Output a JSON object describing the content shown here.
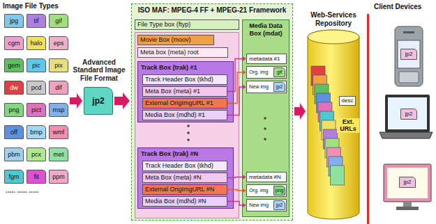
{
  "diagram": {
    "nodes": [
      {
        "text": [
          "jpg"
        ]
      },
      {
        "text": [
          "tif"
        ]
      },
      {
        "text": [
          "gif"
        ]
      },
      {
        "text": [
          "cgm"
        ]
      },
      {
        "text": [
          "halo"
        ]
      },
      {
        "text": [
          "eps"
        ]
      },
      {
        "text": [
          "gem"
        ]
      },
      {
        "text": [
          "pic"
        ]
      },
      {
        "text": [
          "pix"
        ]
      },
      {
        "text": [
          "dw"
        ]
      },
      {
        "text": [
          "pcd"
        ]
      },
      {
        "text": [
          "dif"
        ]
      },
      {
        "text": [
          "png"
        ]
      },
      {
        "text": [
          "pict"
        ]
      },
      {
        "text": [
          "msp"
        ]
      },
      {
        "text": [
          "off"
        ]
      },
      {
        "text": [
          "bmp"
        ]
      },
      {
        "text": [
          "wmf"
        ]
      },
      {
        "text": [
          "pbm"
        ]
      },
      {
        "text": [
          "pcx"
        ]
      },
      {
        "text": [
          "met"
        ]
      },
      {
        "text": [
          "fgm"
        ]
      },
      {
        "text": [
          "fit"
        ]
      },
      {
        "text": [
          "ppm"
        ]
      },
      {
        "text": [
          "Advanced Standard Image File Format",
          "jp2"
        ]
      },
      {
        "text": [
          "ISO MAF: MPEG-4 FF + MPEG-21 Framework"
        ]
      },
      {
        "text": [
          "File Type box (ftyp)"
        ],
        "in": 25
      },
      {
        "text": [
          "Movie Box (moov)"
        ],
        "in": 25
      },
      {
        "text": [
          "Meta box (meta) root"
        ],
        "in": 25
      },
      {
        "text": [
          "Track Box (trak) #1"
        ],
        "in": 25
      },
      {
        "text": [
          "Track Header Box (tkhd)"
        ],
        "in": 29
      },
      {
        "text": [
          "Meta Box (meta) #1"
        ],
        "in": 29
      },
      {
        "text": [
          "External OrigImgURL #1"
        ],
        "in": 29
      },
      {
        "text": [
          "Media Box (mdhd) #1"
        ],
        "in": 29
      },
      {
        "text": [
          "Track Box (trak) #N"
        ],
        "in": 25
      },
      {
        "text": [
          "Track Header Box (tkhd)"
        ],
        "in": 34
      },
      {
        "text": [
          "Meta Box (meta) #N"
        ],
        "in": 34
      },
      {
        "text": [
          "External OrigImgURL #N"
        ],
        "in": 34
      },
      {
        "text": [
          "Media Box (mdhd) #N"
        ],
        "in": 34
      },
      {
        "text": [
          "Media Data Box (mdat)"
        ],
        "in": 25
      },
      {
        "text": [
          "metadata #1"
        ],
        "in": 39
      },
      {
        "text": [
          "Org. img"
        ],
        "in": 39
      },
      {
        "text": [
          "gif"
        ],
        "in": 41
      },
      {
        "text": [
          "New img"
        ],
        "in": 39
      },
      {
        "text": [
          "jp2"
        ],
        "in": 43
      },
      {
        "text": [
          "metadata #N"
        ],
        "in": 39
      },
      {
        "text": [
          "Org. img"
        ],
        "in": 39
      },
      {
        "text": [
          "png"
        ],
        "in": 46
      },
      {
        "text": [
          "New img"
        ],
        "in": 39
      },
      {
        "text": [
          "jp2"
        ],
        "in": 48
      },
      {
        "text": [
          "Web-Services Repository",
          "Ext. URLs"
        ]
      },
      {
        "text": [
          "desc"
        ],
        "in": 50
      },
      {
        "text": [
          "jp2"
        ]
      },
      {
        "text": [
          "jp2"
        ]
      },
      {
        "text": [
          "jp2"
        ]
      }
    ],
    "edges": [
      {
        "from": 24,
        "to": 25,
        "arrow": "to"
      },
      {
        "from": 25,
        "to": 50,
        "arrow": "to"
      },
      {
        "from": 31,
        "to": 40,
        "arrow": "to"
      },
      {
        "from": 32,
        "to": 41,
        "arrow": "to"
      },
      {
        "from": 33,
        "to": 43,
        "arrow": "to"
      },
      {
        "from": 36,
        "to": 45,
        "arrow": "to"
      },
      {
        "from": 37,
        "to": 46,
        "arrow": "to"
      },
      {
        "from": 38,
        "to": 48,
        "arrow": "to"
      }
    ],
    "labels": [
      "Image File Types",
      "..... ..... .....",
      "Client Devices"
    ]
  }
}
